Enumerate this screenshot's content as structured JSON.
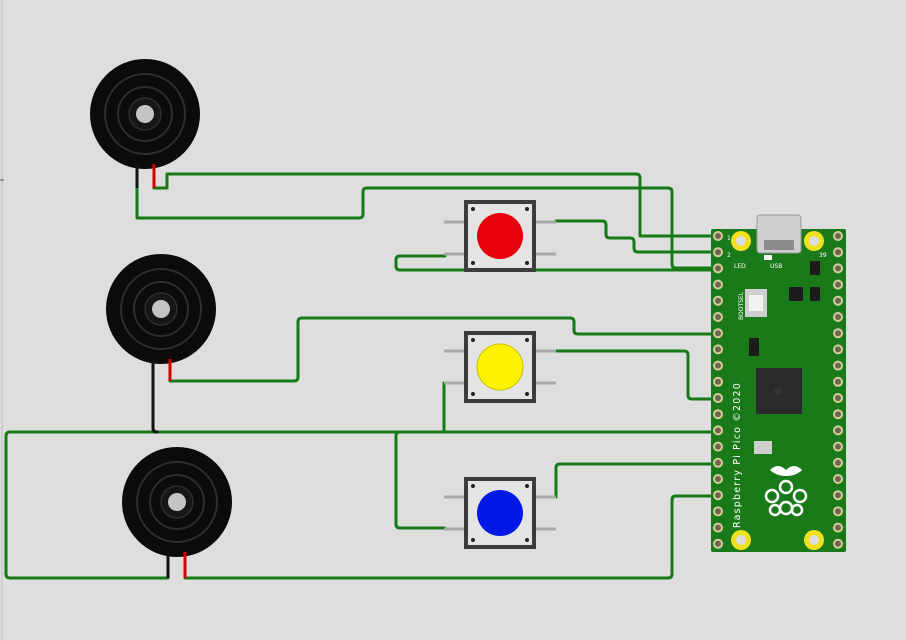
{
  "board": {
    "name": "Raspberry Pi Pico ©2020",
    "usb_label": "USB",
    "led_label": "LED",
    "bootsel_label": "BOOTSEL",
    "pin_1": "1",
    "pin_2": "2",
    "pin_39": "39"
  },
  "colors": {
    "canvas": "#dedede",
    "wire": "#167a16",
    "board": "#1a7a1a",
    "buzzer_positive": "#d40000",
    "buzzer_negative": "#111111",
    "button_red": "#e8000a",
    "button_yellow": "#fff200",
    "button_blue": "#0018e6"
  },
  "components": {
    "buzzers": [
      "buzzer-1",
      "buzzer-2",
      "buzzer-3"
    ],
    "buttons": [
      "red",
      "yellow",
      "blue"
    ]
  }
}
